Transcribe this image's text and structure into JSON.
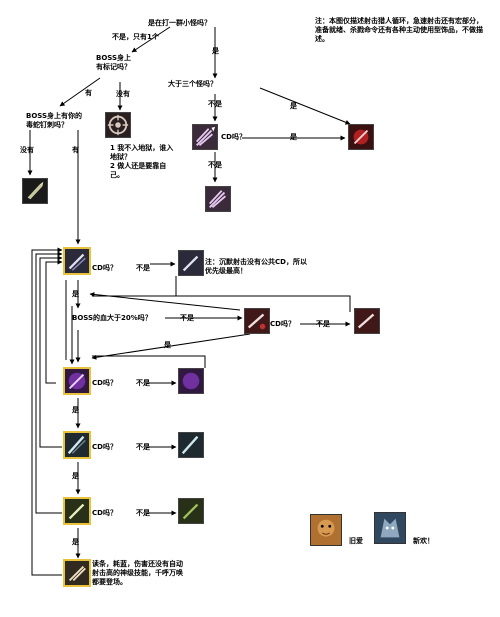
{
  "note_top": "注：本图仅描述射击猎人循环，急速射击还有宏部分，准备就绪、杀戮命令还有各种主动使用型饰品，不做描述。",
  "q_group": "是在打一群小怪吗？",
  "no_one": "不是，只有1个",
  "yes": "是",
  "no": "没有",
  "has": "有",
  "not_yes": "不是",
  "q_boss_mark": "BOSS身上有标记吗？",
  "q_sting": "BOSS身上有你的毒蛇钉刺吗？",
  "q_three": "大于三个怪吗？",
  "cd_q": "CD吗？",
  "mark_note": "1 我不入地狱，谁入地狱？\n2 做人还是要靠自己。",
  "note_silence": "注：沉默射击没有公共CD，所以优先级最高！",
  "q_boss_hp": "BOSS的血大于20%吗？",
  "final_note": "读条，耗蓝，伤害还没有自动射击高的神级技能，千呼万唤都要登场。",
  "old_love": "旧爱",
  "new_love": "新欢！",
  "colors": {
    "line": "#000000",
    "arrow": "#000000",
    "icon_border": "#444444",
    "highlight": "#e8c23a"
  }
}
